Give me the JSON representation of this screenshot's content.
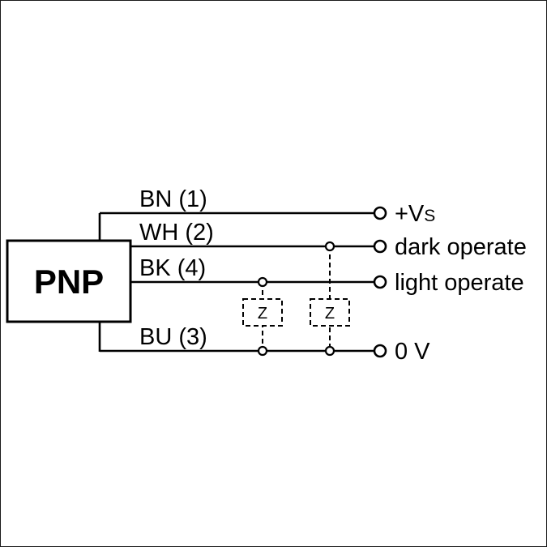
{
  "diagram": {
    "device_label": "PNP",
    "wires": [
      {
        "label": "BN (1)",
        "terminal_main": "+V",
        "terminal_sub": "S"
      },
      {
        "label": "WH (2)",
        "terminal_main": "dark operate",
        "terminal_sub": ""
      },
      {
        "label": "BK (4)",
        "terminal_main": "light operate",
        "terminal_sub": ""
      },
      {
        "label": "BU (3)",
        "terminal_main": "0 V",
        "terminal_sub": ""
      }
    ],
    "loads": [
      {
        "label": "Z"
      },
      {
        "label": "Z"
      }
    ],
    "colors": {
      "line": "#000000",
      "background": "#ffffff"
    }
  }
}
